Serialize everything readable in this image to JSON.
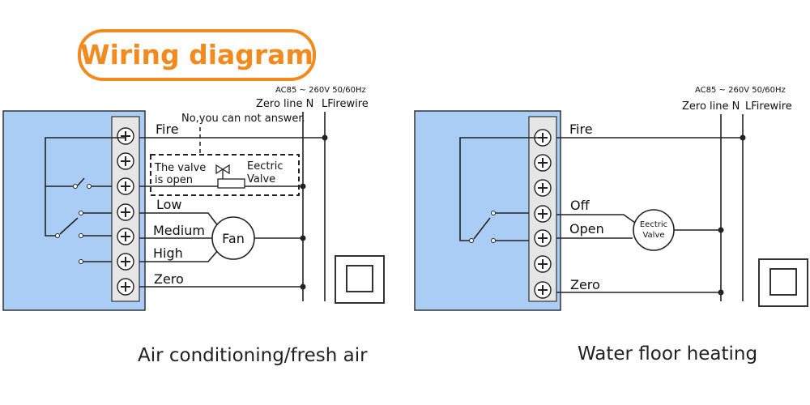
{
  "banner": {
    "title": "Wiring diagram"
  },
  "colors": {
    "banner_accent": "#f28a1e",
    "panel_blue": "#a9cdf5",
    "terminal_gray": "#e6e6e6"
  },
  "left": {
    "supply": "AC85 ~ 260V  50/60Hz",
    "zero_line": "Zero line N",
    "firewire": "LFirewire",
    "note": "No,you can not answer.",
    "valve_left_1": "The valve",
    "valve_left_2": "is open",
    "valve_right_1": "Eectric",
    "valve_right_2": "Valve",
    "fire": "Fire",
    "low": "Low",
    "medium": "Medium",
    "high": "High",
    "fan": "Fan",
    "zero": "Zero",
    "caption": "Air conditioning/fresh air"
  },
  "right": {
    "supply": "AC85 ~ 260V  50/60Hz",
    "zero_line": "Zero line N",
    "firewire": "LFirewire",
    "fire": "Fire",
    "off": "Off",
    "open": "Open",
    "valve_1": "Eectric",
    "valve_2": "Valve",
    "zero": "Zero",
    "caption": "Water floor heating"
  },
  "icons": [
    "terminal-screw-icon",
    "switch-contact-icon",
    "valve-symbol-icon",
    "fan-motor-icon",
    "wall-panel-icon"
  ]
}
